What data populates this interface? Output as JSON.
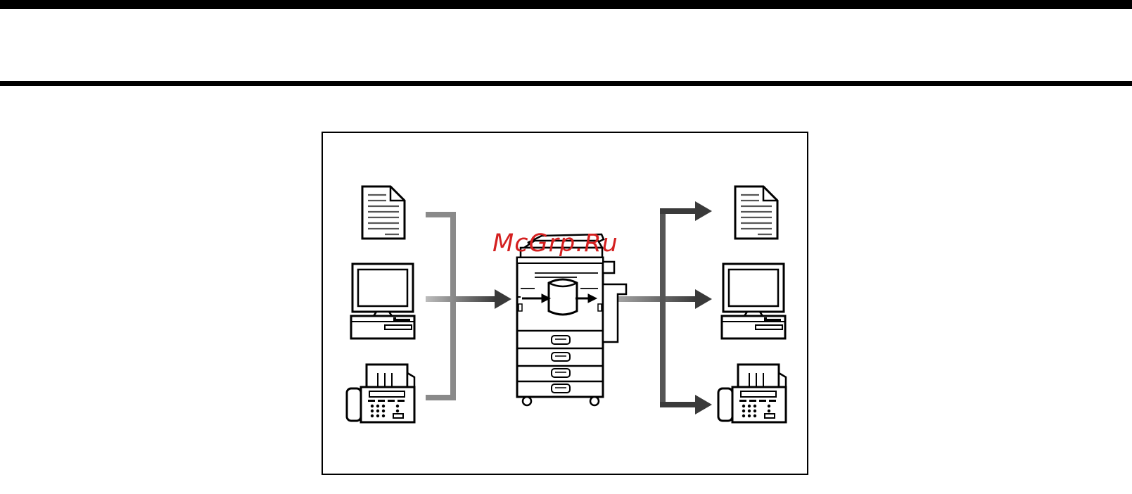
{
  "watermark": {
    "text": "McGrp.Ru",
    "color": "#d42020"
  },
  "colors": {
    "connector_left": "#8a8a8a",
    "connector_right": "#555555",
    "arrow": "#3a3a3a",
    "ink": "#000000"
  },
  "inputs": [
    {
      "name": "document",
      "icon": "document-icon"
    },
    {
      "name": "computer",
      "icon": "computer-icon"
    },
    {
      "name": "fax",
      "icon": "fax-machine-icon"
    }
  ],
  "outputs": [
    {
      "name": "document",
      "icon": "document-icon"
    },
    {
      "name": "computer",
      "icon": "computer-icon"
    },
    {
      "name": "fax",
      "icon": "fax-machine-icon"
    }
  ],
  "center": {
    "name": "multifunction-printer",
    "icon": "printer-hard-disk-icon"
  }
}
